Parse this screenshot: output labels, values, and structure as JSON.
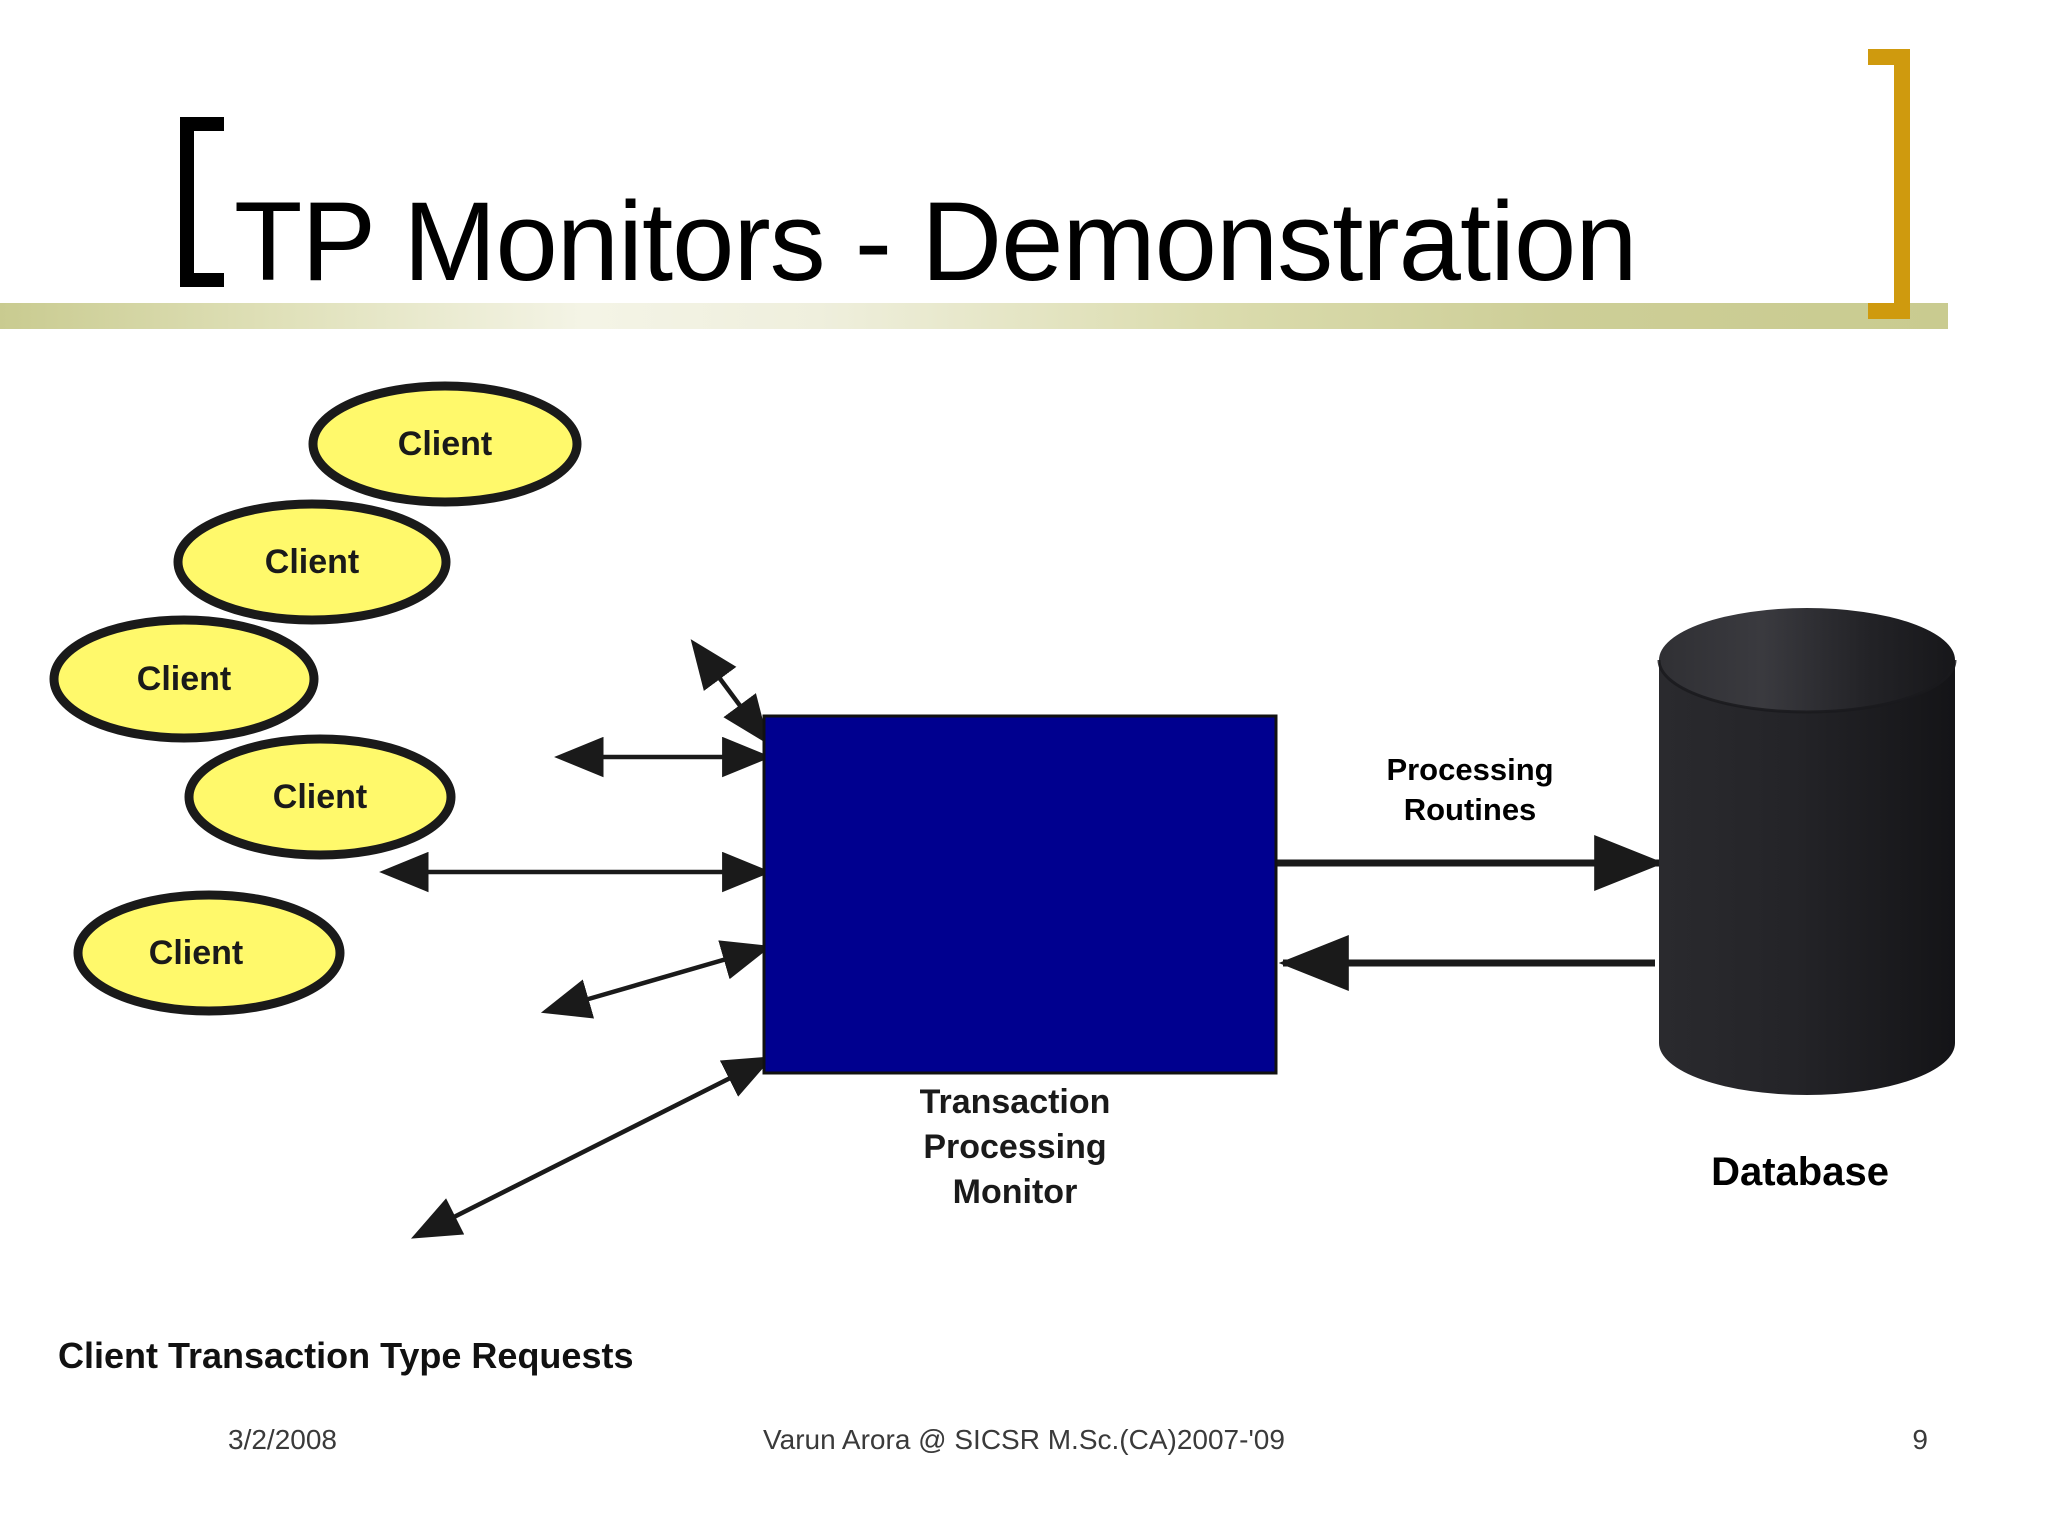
{
  "slide": {
    "title": "TP Monitors - Demonstration",
    "accent_gold": "#cf9a0e",
    "band_olive": "#c9cb90",
    "bracket_black": "#000000"
  },
  "diagram": {
    "clients": [
      {
        "label": "Client"
      },
      {
        "label": "Client"
      },
      {
        "label": "Client"
      },
      {
        "label": "Client"
      },
      {
        "label": "Client"
      }
    ],
    "tpm": {
      "label": "Transaction\nProcessing\nMonitor",
      "line1": "Transaction",
      "line2": "Processing",
      "line3": "Monitor",
      "fill": "#00008F"
    },
    "database": {
      "label": "Database",
      "fill": "#1f1f22"
    },
    "processing_routines": {
      "line1": "Processing",
      "line2": "Routines"
    },
    "requests_caption": "Client Transaction Type Requests",
    "oval_fill": "#FFF96B",
    "oval_stroke": "#1a1a1a"
  },
  "footer": {
    "date": "3/2/2008",
    "center": "Varun Arora @ SICSR  M.Sc.(CA)2007-'09",
    "page": "9"
  }
}
